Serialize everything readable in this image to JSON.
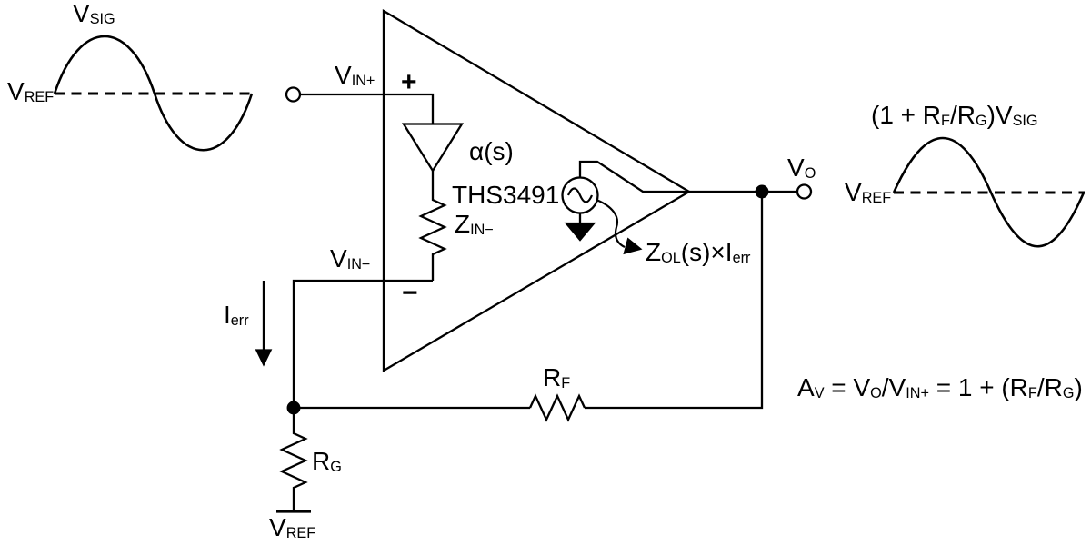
{
  "figure": {
    "description": "Current-feedback amplifier internal model diagram",
    "device": "THS3491",
    "colors": {
      "line": "#000000",
      "background": "#ffffff"
    }
  },
  "labels": {
    "v_sig": [
      {
        "t": "V"
      },
      {
        "t": "SIG",
        "sub": true
      }
    ],
    "v_ref": [
      {
        "t": "V"
      },
      {
        "t": "REF",
        "sub": true
      }
    ],
    "v_in_plus": [
      {
        "t": "V"
      },
      {
        "t": "IN+",
        "sub": true
      }
    ],
    "plus_input": [
      {
        "t": "+"
      }
    ],
    "alpha": [
      {
        "t": "α(s)"
      }
    ],
    "part_number": [
      {
        "t": "THS3491"
      }
    ],
    "z_in": [
      {
        "t": "Z"
      },
      {
        "t": "IN−",
        "sub": true
      }
    ],
    "v_in_minus": [
      {
        "t": "V"
      },
      {
        "t": "IN−",
        "sub": true
      }
    ],
    "minus_input": [
      {
        "t": "−"
      }
    ],
    "i_err": [
      {
        "t": "I"
      },
      {
        "t": "err",
        "sub": true
      }
    ],
    "z_ol": [
      {
        "t": "Z"
      },
      {
        "t": "OL",
        "sub": true
      },
      {
        "t": "(s)×I"
      },
      {
        "t": "err",
        "sub": true
      }
    ],
    "v_o": [
      {
        "t": "V"
      },
      {
        "t": "O",
        "sub": true
      }
    ],
    "output_wave": [
      {
        "t": "(1 + R"
      },
      {
        "t": "F",
        "sub": true
      },
      {
        "t": "/R"
      },
      {
        "t": "G",
        "sub": true
      },
      {
        "t": ")V"
      },
      {
        "t": "SIG",
        "sub": true
      }
    ],
    "r_f": [
      {
        "t": "R"
      },
      {
        "t": "F",
        "sub": true
      }
    ],
    "r_g": [
      {
        "t": "R"
      },
      {
        "t": "G",
        "sub": true
      }
    ],
    "equation": [
      {
        "t": "A"
      },
      {
        "t": "V",
        "sub": true
      },
      {
        "t": " = V"
      },
      {
        "t": "O",
        "sub": true
      },
      {
        "t": "/V"
      },
      {
        "t": "IN+",
        "sub": true
      },
      {
        "t": " = 1 + (R"
      },
      {
        "t": "F",
        "sub": true
      },
      {
        "t": "/R"
      },
      {
        "t": "G",
        "sub": true
      },
      {
        "t": ")"
      }
    ]
  }
}
